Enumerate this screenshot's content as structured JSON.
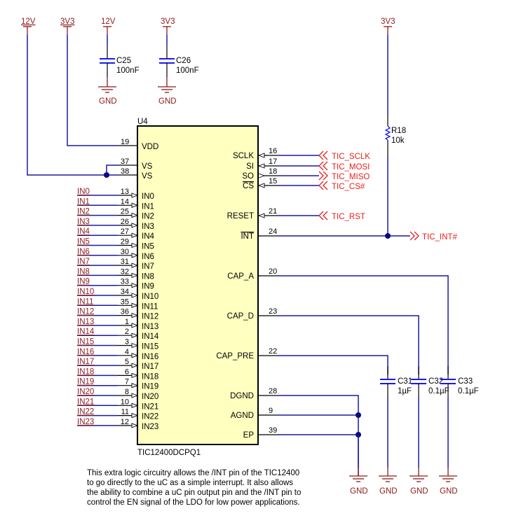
{
  "power_labels": {
    "p12v_a": "12V",
    "p3v3_a": "3V3",
    "p12v_c25": "12V",
    "p3v3_c26": "3V3",
    "p3v3_r18": "3V3",
    "gnd": "GND"
  },
  "components": {
    "c25": {
      "ref": "C25",
      "value": "100nF"
    },
    "c26": {
      "ref": "C26",
      "value": "100nF"
    },
    "r18": {
      "ref": "R18",
      "value": "10k"
    },
    "c31": {
      "ref": "C31",
      "value": "1µF"
    },
    "c32": {
      "ref": "C32",
      "value": "0.1µF"
    },
    "c33": {
      "ref": "C33",
      "value": "0.1µF"
    }
  },
  "chip": {
    "ref": "U4",
    "part": "TIC12400DCPQ1",
    "left_pins": [
      {
        "name": "VDD",
        "num": "19"
      },
      {
        "name": "VS",
        "num": "37"
      },
      {
        "name": "VS",
        "num": "38"
      }
    ],
    "inputs": [
      {
        "net": "IN0",
        "name": "IN0",
        "num": "13"
      },
      {
        "net": "IN1",
        "name": "IN1",
        "num": "14"
      },
      {
        "net": "IN2",
        "name": "IN2",
        "num": "25"
      },
      {
        "net": "IN3",
        "name": "IN3",
        "num": "26"
      },
      {
        "net": "IN4",
        "name": "IN4",
        "num": "27"
      },
      {
        "net": "IN5",
        "name": "IN5",
        "num": "29"
      },
      {
        "net": "IN6",
        "name": "IN6",
        "num": "30"
      },
      {
        "net": "IN7",
        "name": "IN7",
        "num": "31"
      },
      {
        "net": "IN8",
        "name": "IN8",
        "num": "32"
      },
      {
        "net": "IN9",
        "name": "IN9",
        "num": "33"
      },
      {
        "net": "IN10",
        "name": "IN10",
        "num": "34"
      },
      {
        "net": "IN11",
        "name": "IN11",
        "num": "35"
      },
      {
        "net": "IN12",
        "name": "IN12",
        "num": "36"
      },
      {
        "net": "IN13",
        "name": "IN13",
        "num": "1"
      },
      {
        "net": "IN14",
        "name": "IN14",
        "num": "2"
      },
      {
        "net": "IN15",
        "name": "IN15",
        "num": "3"
      },
      {
        "net": "IN16",
        "name": "IN16",
        "num": "4"
      },
      {
        "net": "IN17",
        "name": "IN17",
        "num": "5"
      },
      {
        "net": "IN18",
        "name": "IN18",
        "num": "6"
      },
      {
        "net": "IN19",
        "name": "IN19",
        "num": "7"
      },
      {
        "net": "IN20",
        "name": "IN20",
        "num": "8"
      },
      {
        "net": "IN21",
        "name": "IN21",
        "num": "10"
      },
      {
        "net": "IN22",
        "name": "IN22",
        "num": "11"
      },
      {
        "net": "IN23",
        "name": "IN23",
        "num": "12"
      }
    ],
    "right_pins": [
      {
        "name": "SCLK",
        "num": "16",
        "port": "TIC_SCLK"
      },
      {
        "name": "SI",
        "num": "17",
        "port": "TIC_MOSI"
      },
      {
        "name": "SO",
        "num": "18",
        "port": "TIC_MISO"
      },
      {
        "name": "CS",
        "num": "15",
        "port": "TIC_CS#"
      },
      {
        "name": "RESET",
        "num": "21",
        "port": "TIC_RST"
      },
      {
        "name": "INT",
        "num": "24",
        "port": "TIC_INT#"
      },
      {
        "name": "CAP_A",
        "num": "20"
      },
      {
        "name": "CAP_D",
        "num": "23"
      },
      {
        "name": "CAP_PRE",
        "num": "22"
      },
      {
        "name": "DGND",
        "num": "28"
      },
      {
        "name": "AGND",
        "num": "9"
      },
      {
        "name": "EP",
        "num": "39"
      }
    ]
  },
  "note": [
    "This extra logic circuitry allows the /INT pin of the TIC12400",
    "to go directly to the uC as a simple interrupt. It also allows",
    "the ability to combine a uC pin output pin and the /INT pin to",
    "control the EN signal of the LDO for low power applications."
  ]
}
